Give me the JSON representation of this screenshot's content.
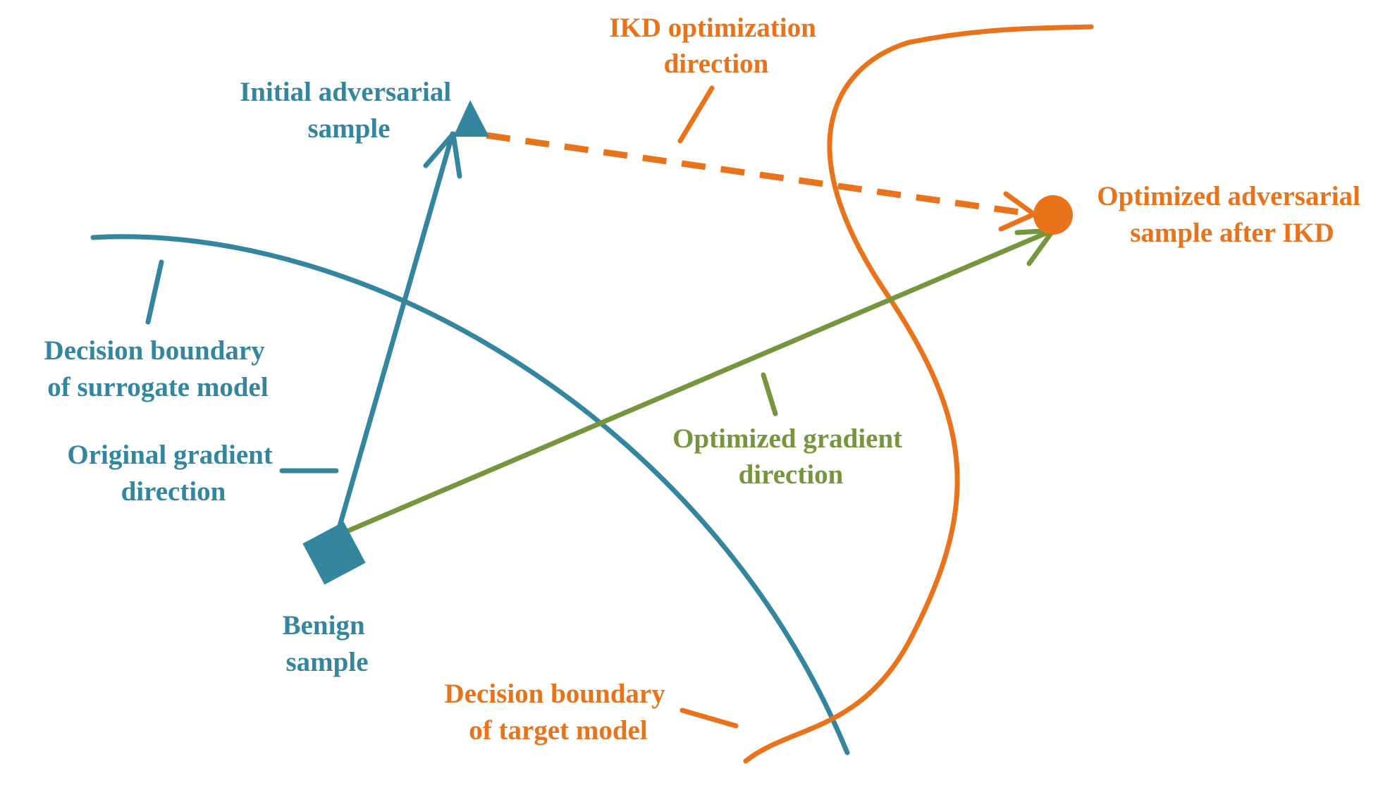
{
  "colors": {
    "teal": "#33869e",
    "orange": "#e8731a",
    "green": "#76963e",
    "background": "#ffffff"
  },
  "labels": {
    "ikd_direction": [
      "IKD optimization",
      "direction"
    ],
    "initial_sample": [
      "Initial adversarial",
      "sample"
    ],
    "optimized_sample": [
      "Optimized adversarial",
      "sample after IKD"
    ],
    "surrogate_boundary": [
      "Decision boundary",
      "of surrogate model"
    ],
    "original_gradient": [
      "Original gradient",
      "direction"
    ],
    "optimized_gradient": [
      "Optimized gradient",
      "direction"
    ],
    "benign_sample": [
      "Benign",
      "sample"
    ],
    "target_boundary": [
      "Decision boundary",
      "of target model"
    ]
  }
}
